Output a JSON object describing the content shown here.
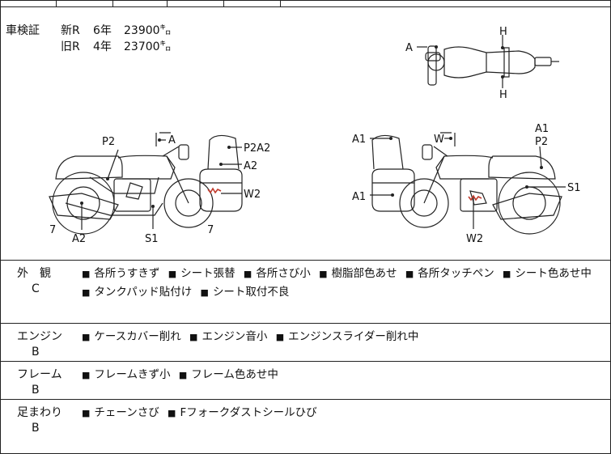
{
  "shaken": {
    "label": "車検証",
    "rows": [
      {
        "name": "新R",
        "years": "6年",
        "km": "23900㌔"
      },
      {
        "name": "旧R",
        "years": "4年",
        "km": "23700㌔"
      }
    ]
  },
  "diagram_labels": {
    "top_a": "A",
    "top_h1": "H",
    "top_h2": "H",
    "left_p2": "P2",
    "left_a": "A",
    "left_p2a2": "P2A2",
    "left_a2_bag": "A2",
    "left_w2": "W2",
    "left_7a": "7",
    "left_7b": "7",
    "left_a2": "A2",
    "left_s1": "S1",
    "right_a1_top": "A1",
    "right_w": "W",
    "right_a1_r": "A1",
    "right_p2": "P2",
    "right_a1_bag": "A1",
    "right_s1": "S1",
    "right_w2": "W2"
  },
  "sections": [
    {
      "name": "外　観",
      "grade": "C",
      "notes": [
        "各所うすきず",
        "シート張替",
        "各所さび小",
        "樹脂部色あせ",
        "各所タッチペン",
        "シート色あせ中",
        "タンクパッド貼付け",
        "シート取付不良"
      ]
    },
    {
      "name": "エンジン",
      "grade": "B",
      "notes": [
        "ケースカバー削れ",
        "エンジン音小",
        "エンジンスライダー削れ中"
      ]
    },
    {
      "name": "フレーム",
      "grade": "B",
      "notes": [
        "フレームきず小",
        "フレーム色あせ中"
      ]
    },
    {
      "name": "足まわり",
      "grade": "B",
      "notes": [
        "チェーンさび",
        "Fフォークダストシールひび"
      ]
    }
  ],
  "marker_symbol": "■",
  "colors": {
    "line": "#222222",
    "mark": "#c0392b"
  }
}
